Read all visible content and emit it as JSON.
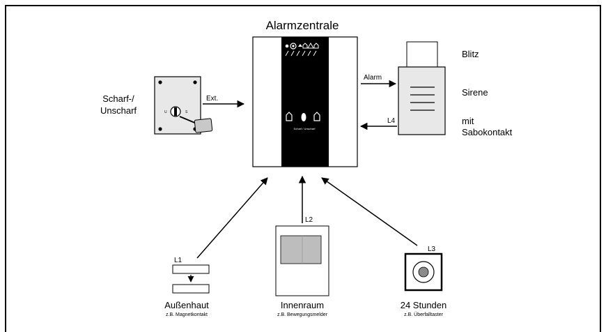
{
  "title": "Alarmzentrale",
  "left_device": {
    "label_line1": "Scharf-/",
    "label_line2": "Unscharf",
    "arrow_label": "Ext."
  },
  "right_device": {
    "alarm_label": "Alarm",
    "line_label": "L4",
    "blitz": "Blitz",
    "sirene": "Sirene",
    "mit": "mit",
    "sabokontakt": "Sabokontakt"
  },
  "sensors": [
    {
      "line": "L1",
      "name": "Außenhaut",
      "example": "z.B. Magnetkontakt"
    },
    {
      "line": "L2",
      "name": "Innenraum",
      "example": "z.B. Bewegungsmelder"
    },
    {
      "line": "L3",
      "name": "24 Stunden",
      "example": "z.B. Überfalltaster"
    }
  ],
  "panel": {
    "caption": "Scharf / Unscharf"
  },
  "colors": {
    "line": "#000000",
    "panel_strip": "#000000",
    "device_fill": "#e8e8e8",
    "detector_window": "#bdbdbd",
    "button_core": "#8a8a8a"
  }
}
